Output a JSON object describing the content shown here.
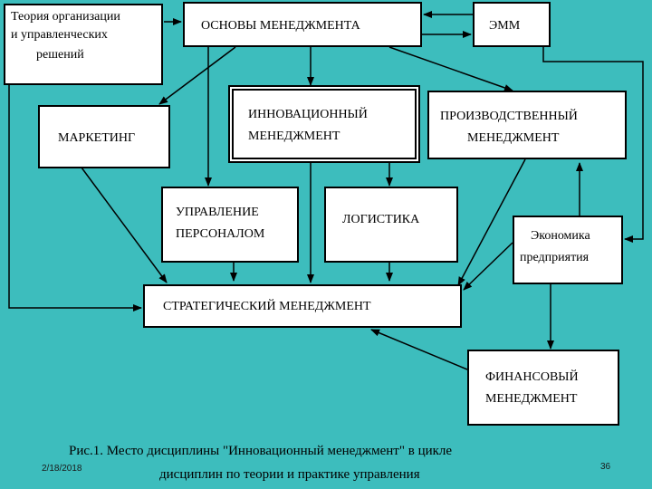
{
  "boxes": {
    "theory": [
      "Теория организации",
      "и управленческих",
      "решений"
    ],
    "basics": "ОСНОВЫ МЕНЕДЖМЕНТА",
    "emmm": "ЭММ",
    "marketing": "МАРКЕТИНГ",
    "innovation": [
      "ИННОВАЦИОННЫЙ",
      "МЕНЕДЖМЕНТ"
    ],
    "production": [
      "ПРОИЗВОДСТВЕННЫЙ",
      "МЕНЕДЖМЕНТ"
    ],
    "personnel": [
      "УПРАВЛЕНИЕ",
      "ПЕРСОНАЛОМ"
    ],
    "logistics": "ЛОГИСТИКА",
    "economics": [
      "Экономика",
      "предприятия"
    ],
    "strategic": "СТРАТЕГИЧЕСКИЙ МЕНЕДЖМЕНТ",
    "financial": [
      "ФИНАНСОВЫЙ",
      "МЕНЕДЖМЕНТ"
    ]
  },
  "caption": {
    "line1": "Рис.1. Место дисциплины \"Инновационный менеджмент\" в цикле",
    "line2": "дисциплин по теории и практике управления"
  },
  "footer": {
    "date": "2/18/2018",
    "page": "36"
  }
}
